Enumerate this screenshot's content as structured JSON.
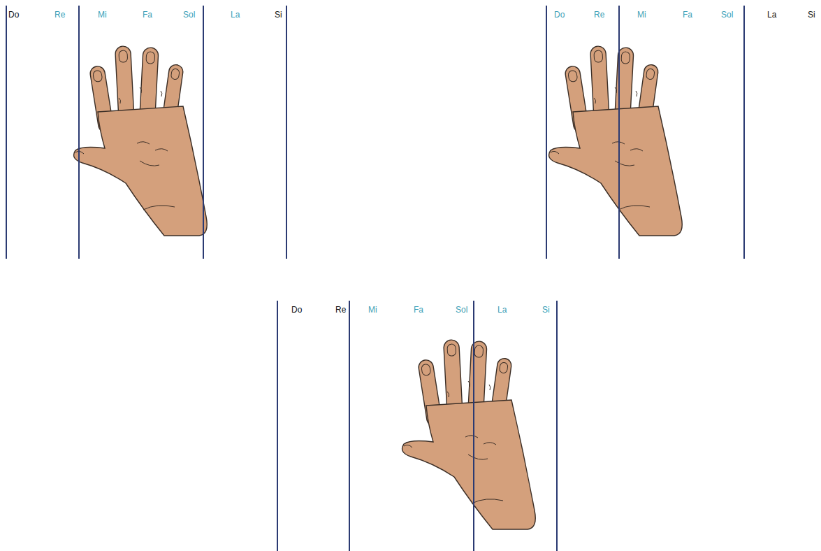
{
  "diagram": {
    "labels": [
      "Do",
      "Re",
      "Mi",
      "Fa",
      "Sol",
      "La",
      "Si",
      "Do",
      "Re",
      "Mi",
      "Fa",
      "Sol",
      "La",
      "Si",
      "Do",
      "Re",
      "Mi",
      "Fa",
      "Sol",
      "La",
      "Si"
    ]
  }
}
